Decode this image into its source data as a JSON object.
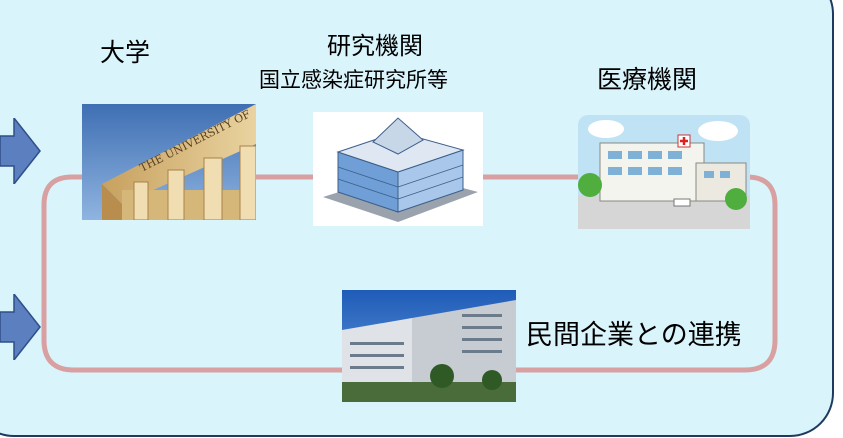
{
  "labels": {
    "university": "大学",
    "research_title": "研究機関",
    "research_subtitle": "国立感染症研究所等",
    "medical": "医療機関",
    "corporate": "民間企業との連携"
  },
  "images": {
    "university_building_text": "THE UNIVERSITY OF"
  },
  "colors": {
    "panel_fill": "#d9f4fb",
    "panel_border": "#1e3a5f",
    "connector_line": "#d8a0a0",
    "arrow_fill": "#5b7fbf"
  }
}
